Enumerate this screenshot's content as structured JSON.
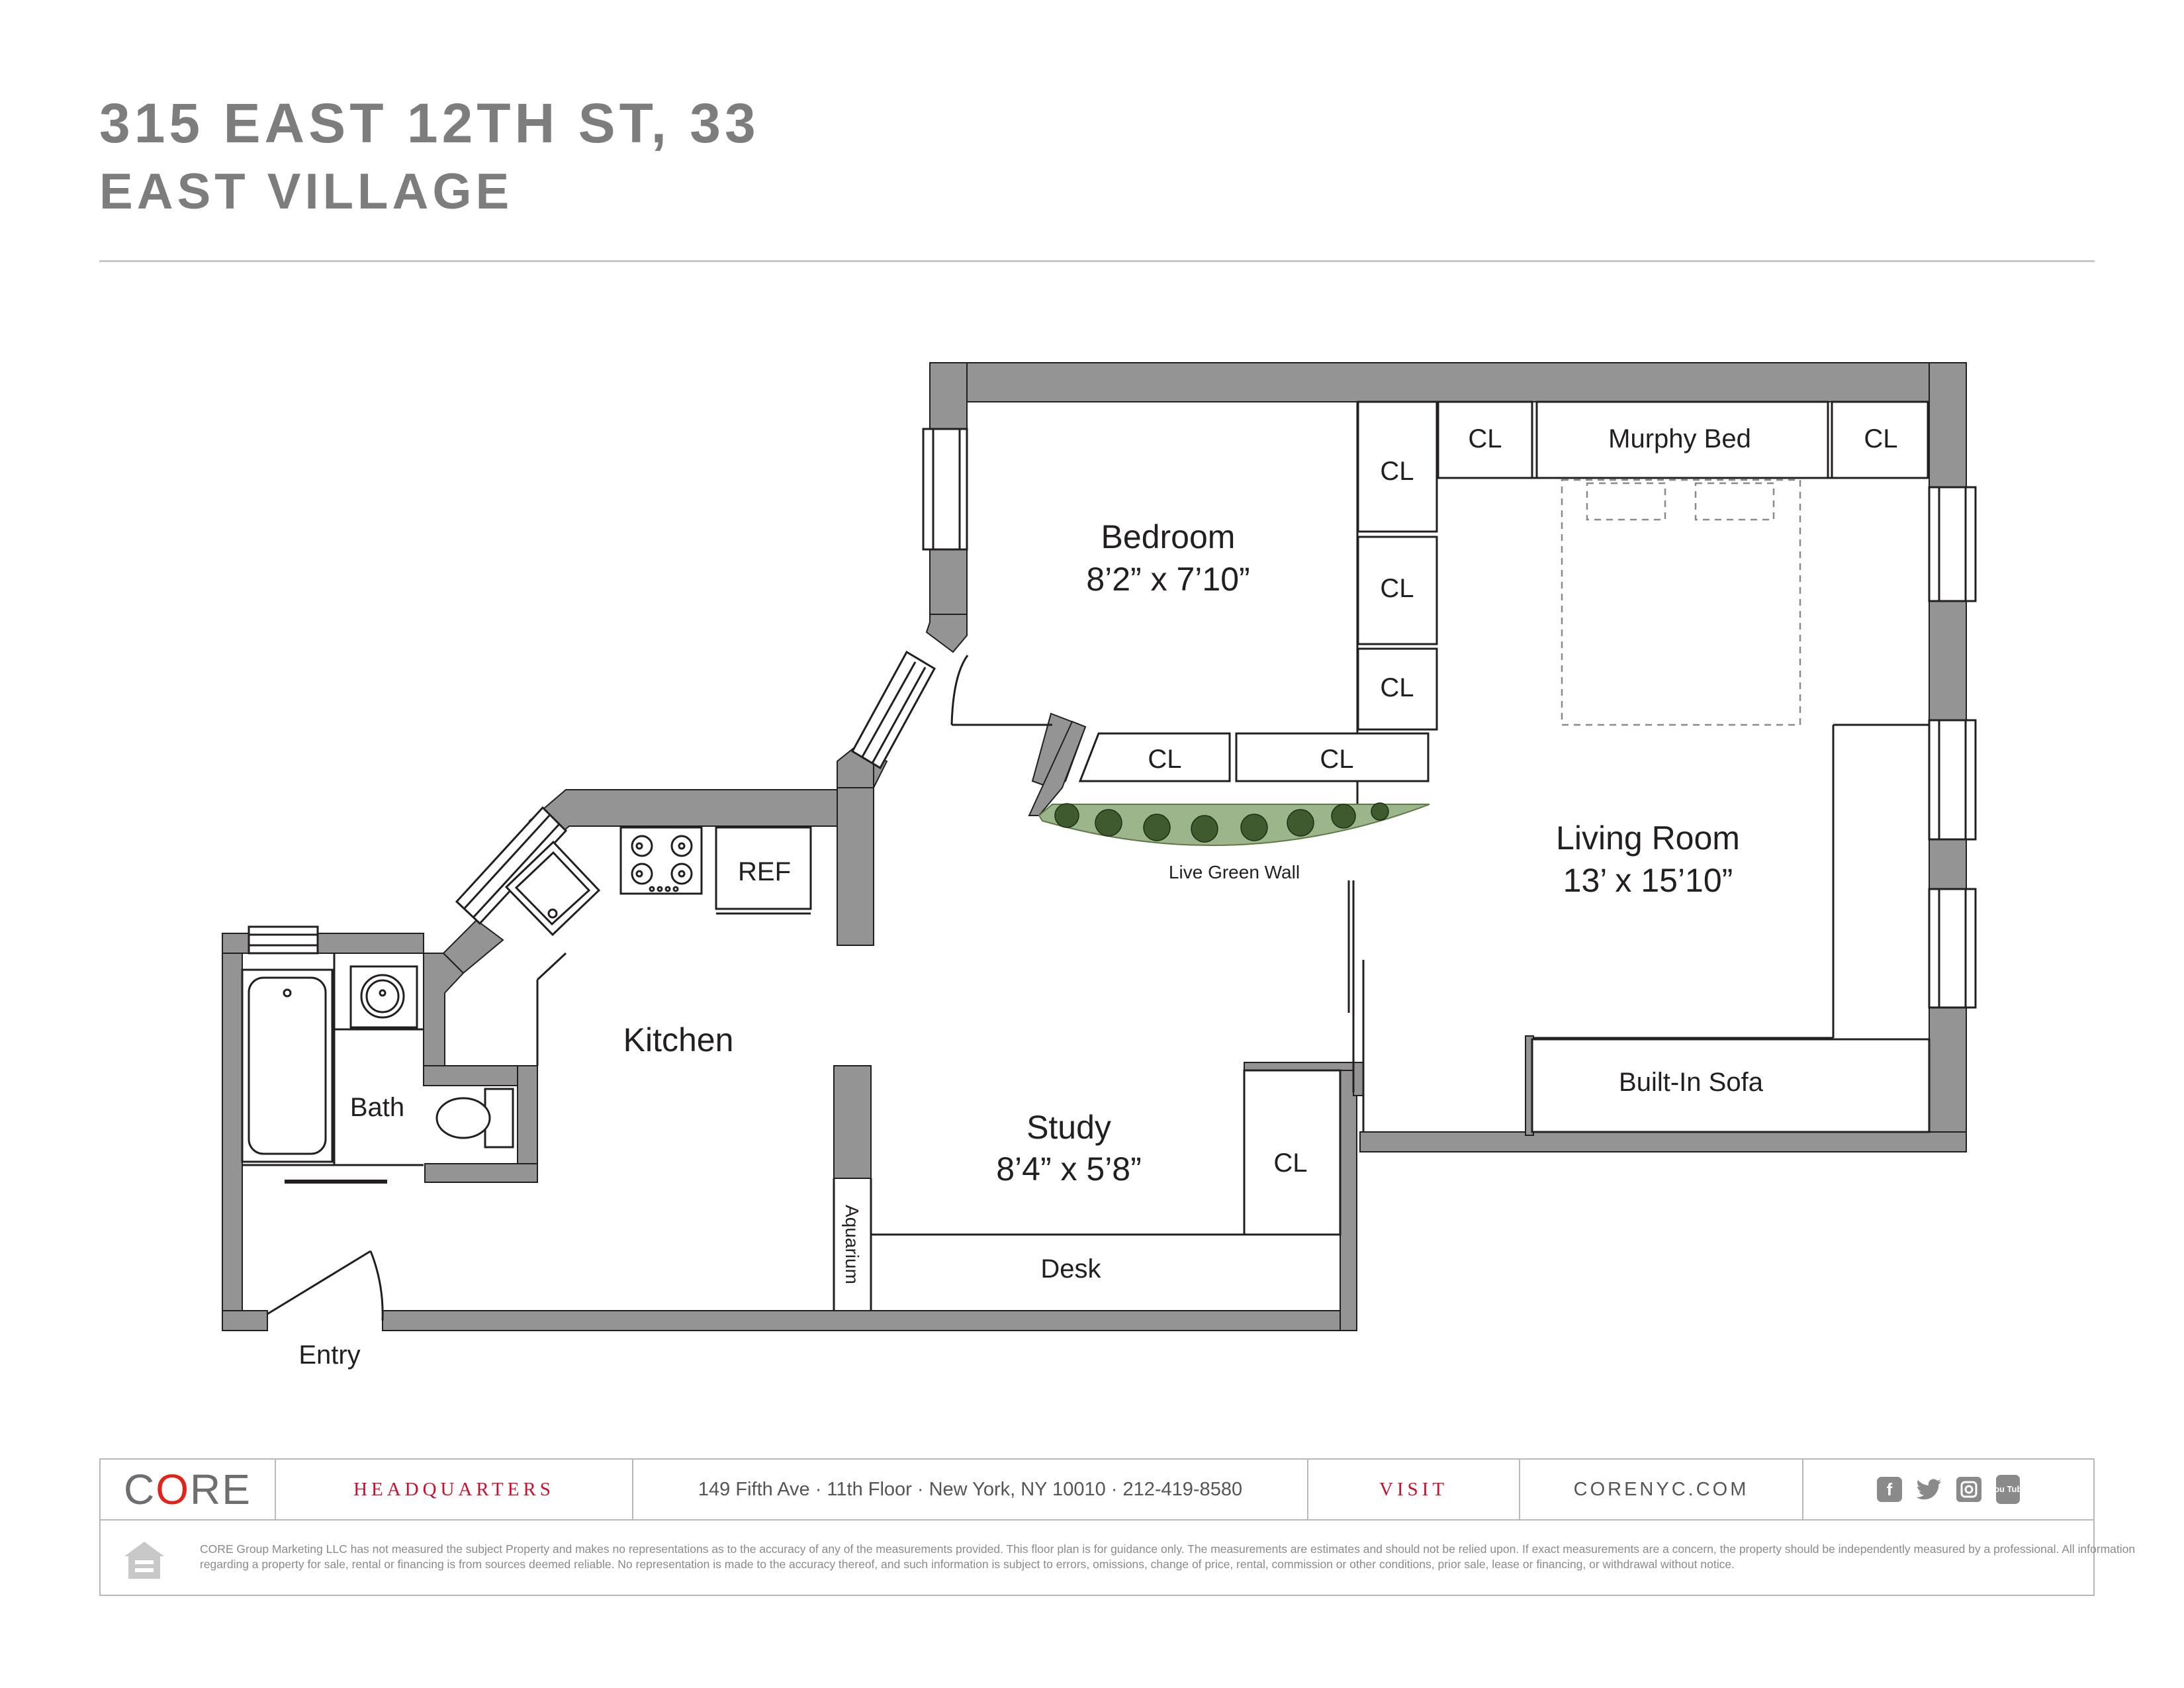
{
  "header": {
    "title": "315 EAST 12TH ST, 33",
    "subtitle": "EAST VILLAGE"
  },
  "floor_plan": {
    "rooms": {
      "bedroom": {
        "name": "Bedroom",
        "dims": "8’2” x 7’10”"
      },
      "living_room": {
        "name": "Living Room",
        "dims": "13’ x 15’10”"
      },
      "study": {
        "name": "Study",
        "dims": "8’4” x 5’8”"
      },
      "kitchen": {
        "name": "Kitchen"
      },
      "bath": {
        "name": "Bath"
      }
    },
    "labels": {
      "cl": "CL",
      "murphy_bed": "Murphy Bed",
      "ref": "REF",
      "live_green_wall": "Live Green Wall",
      "built_in_sofa": "Built-In Sofa",
      "desk": "Desk",
      "aquarium": "Aquarium",
      "entry": "Entry"
    },
    "colors": {
      "wall": "#949494",
      "line": "#231f20",
      "green_wall": "#9cb58a",
      "plants": "#3f5a2c"
    }
  },
  "footer": {
    "logo_c": "C",
    "logo_o": "O",
    "logo_re": "RE",
    "headquarters": "HEADQUARTERS",
    "address": "149 Fifth Ave · 11th Floor · New York, NY 10010 · 212-419-8580",
    "visit": "VISIT",
    "website": "CORENYC.COM",
    "social": [
      "facebook-icon",
      "twitter-icon",
      "instagram-icon",
      "youtube-icon"
    ],
    "youtube_text": "You Tube",
    "equal_housing_icon": "equal-housing-opportunity-icon",
    "disclaimer": "CORE Group Marketing LLC has not measured the subject Property and makes no representations as to the accuracy of any of the measurements provided. This floor plan is for guidance only. The measurements are estimates and should not be relied upon. If exact measurements are a concern, the property should be independently measured by a professional. All information regarding a property for sale, rental or financing is from sources deemed reliable. No representation is made to the accuracy thereof, and such information is subject to errors, omissions, change of price, rental, commission or other conditions, prior sale, lease or financing, or withdrawal without notice."
  }
}
